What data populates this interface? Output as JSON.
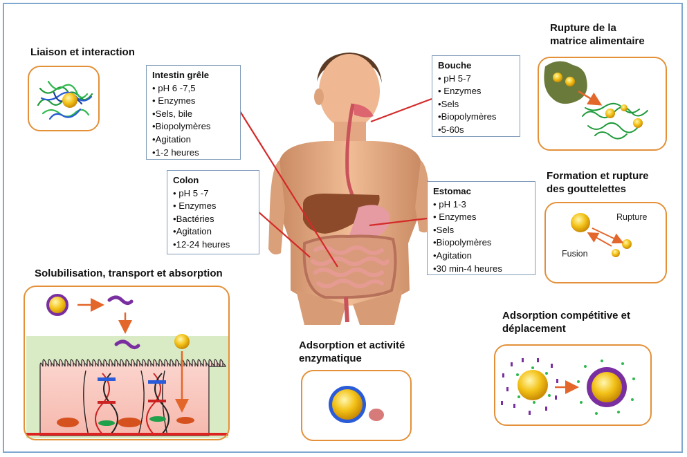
{
  "panels": {
    "liaison": {
      "title": "Liaison et interaction"
    },
    "rupture_matrice": {
      "title_line1": "Rupture de la",
      "title_line2": "matrice alimentaire"
    },
    "gouttelettes": {
      "title_line1": "Formation et rupture",
      "title_line2": "des gouttelettes",
      "label_rupture": "Rupture",
      "label_fusion": "Fusion"
    },
    "solubilisation": {
      "title": "Solubilisation, transport et absorption"
    },
    "enzymatique": {
      "title_line1": "Adsorption et activité",
      "title_line2": "enzymatique"
    },
    "competitive": {
      "title_line1": "Adsorption compétitive et",
      "title_line2": "déplacement"
    }
  },
  "organs": {
    "intestin": {
      "title": "Intestin grêle",
      "items": [
        "• pH 6 -7,5",
        "• Enzymes",
        "•Sels, bile",
        "•Biopolymères",
        "•Agitation",
        "•1-2 heures"
      ]
    },
    "colon": {
      "title": "Colon",
      "items": [
        "• pH 5 -7",
        "• Enzymes",
        "•Bactéries",
        "•Agitation",
        "•12-24 heures"
      ]
    },
    "bouche": {
      "title": "Bouche",
      "items": [
        "• pH 5-7",
        "• Enzymes",
        "•Sels",
        "•Biopolymères",
        "•5-60s"
      ]
    },
    "estomac": {
      "title": "Estomac",
      "items": [
        "• pH 1-3",
        "• Enzymes",
        "•Sels",
        "•Biopolymères",
        "•Agitation",
        "•30 min-4 heures"
      ]
    }
  },
  "colors": {
    "panel_fill": "#fbc97d",
    "panel_border": "#e39038",
    "connector": "#d42a2a",
    "droplet": "#f3c218",
    "frame": "#7fa7cf"
  }
}
